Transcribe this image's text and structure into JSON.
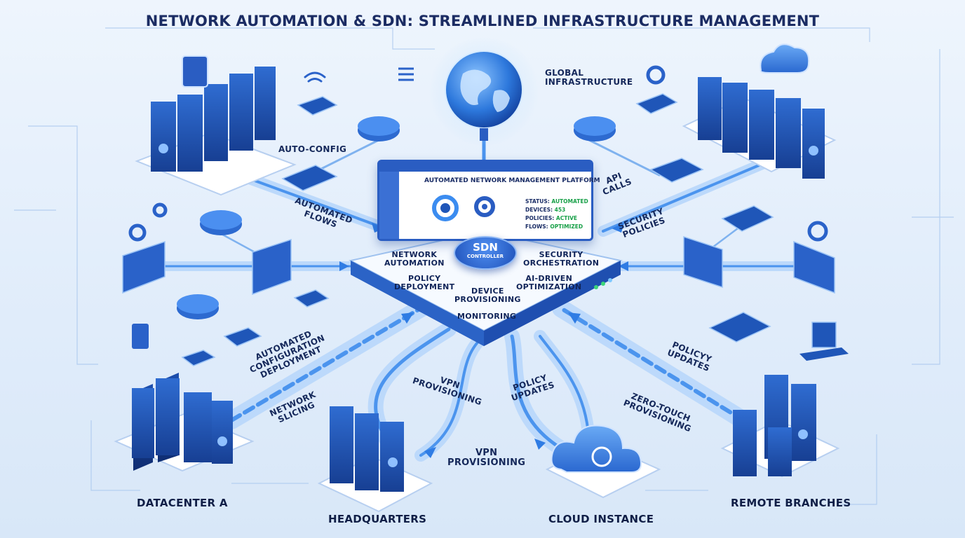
{
  "title": "NETWORK AUTOMATION & SDN: STREAMLINED INFRASTRUCTURE MANAGEMENT",
  "globe_label_1": "GLOBAL",
  "globe_label_2": "INFRASTRUCTURE",
  "platform": {
    "title": "AUTOMATED NETWORK MANAGEMENT PLATFORM",
    "status_key": "STATUS:",
    "status_val": "AUTOMATED",
    "devices_key": "DEVICES:",
    "devices_val": "453",
    "policies_key": "POLICIES:",
    "policies_val": "ACTIVE",
    "flows_key": "FLOWS:",
    "flows_val": "OPTIMIZED"
  },
  "controller": {
    "name": "SDN",
    "sub": "CONTROLLER",
    "functions": {
      "network_automation_1": "NETWORK",
      "network_automation_2": "AUTOMATION",
      "security_orchestration_1": "SECURITY",
      "security_orchestration_2": "ORCHESTRATION",
      "policy_deployment_1": "POLICY",
      "policy_deployment_2": "DEPLOYMENT",
      "ai_optimization_1": "AI-DRIVEN",
      "ai_optimization_2": "OPTIMIZATION",
      "device_provisioning_1": "DEVICE",
      "device_provisioning_2": "PROVISIONING",
      "monitoring": "MONITORING"
    }
  },
  "flows": {
    "auto_config": "AUTO-CONFIG",
    "automated_flows_1": "AUTOMATED",
    "automated_flows_2": "FLOWS",
    "api_calls_1": "API",
    "api_calls_2": "CALLS",
    "security_policies_1": "SECURITY",
    "security_policies_2": "POLICIES",
    "acd_1": "AUTOMATED",
    "acd_2": "CONFIGURATION",
    "acd_3": "DEPLOYMENT",
    "network_slicing_1": "NETWORK",
    "network_slicing_2": "SLICING",
    "vpn_prov_1": "VPN",
    "vpn_prov_2": "PROVISIONING",
    "policy_updates_1": "POLICY",
    "policy_updates_2": "UPDATES",
    "policyy_updates_1": "POLICYY",
    "policyy_updates_2": "UPDATES",
    "zero_touch_1": "ZERO-TOUCH",
    "zero_touch_2": "PROVISIONING",
    "vpn_prov_b_1": "VPN",
    "vpn_prov_b_2": "PROVISIONING"
  },
  "sites": {
    "datacenter": "DATACENTER A",
    "headquarters": "HEADQUARTERS",
    "cloud": "CLOUD INSTANCE",
    "branches": "REMOTE BRANCHES"
  },
  "colors": {
    "accent": "#2a5dc2",
    "server": "#1f56b8",
    "platform": "#ffffff",
    "flow": "#3f8bea",
    "status_ok": "#18a048",
    "text": "#15285a"
  }
}
